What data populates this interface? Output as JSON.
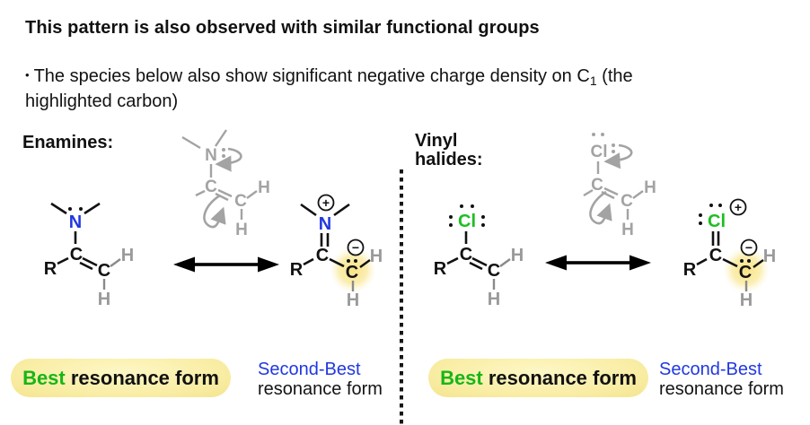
{
  "header": {
    "title": "This pattern is also observed with similar functional groups",
    "bullet_dot": "•",
    "bullet_text": "The species below also show significant negative charge density on C",
    "bullet_sub": "1",
    "bullet_tail1": " (the",
    "bullet_line2": "highlighted carbon)"
  },
  "sections": {
    "enamines_label": "Enamines:",
    "vinyl_label_line1": "Vinyl",
    "vinyl_label_line2": "halides:"
  },
  "atoms": {
    "N": "N",
    "C": "C",
    "H": "H",
    "R": "R",
    "Cl": "Cl"
  },
  "charges": {
    "plus": "+",
    "minus": "−"
  },
  "footer": {
    "best_highlight": "Best",
    "best_rest": " resonance form",
    "second_line1": "Second-Best",
    "second_line2": "resonance form"
  },
  "colors": {
    "nitrogen_blue": "#2038e0",
    "chlorine_green": "#1ebe22",
    "best_green": "#17b617",
    "second_best_blue": "#2038e0",
    "gray_structure": "#a3a3a3",
    "hydrogen_gray": "#9a9a9a",
    "carbanion_highlight": "#f8e68c",
    "pill_yellow": "#f8eda4"
  }
}
